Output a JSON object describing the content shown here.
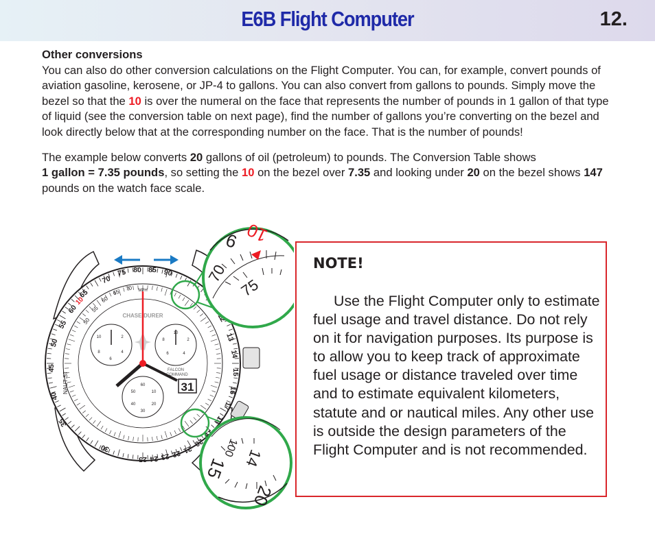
{
  "header": {
    "title": "E6B Flight Computer",
    "page_number": "12."
  },
  "section": {
    "heading": "Other conversions",
    "p1": {
      "a": "You can also do other conversion calculations on the Flight Computer. You can, for example, convert pounds of aviation gasoline, kerosene, or JP-4 to gallons. You can also convert from gallons to pounds. Simply move the bezel so that the ",
      "b": "10",
      "c": " is over the numeral on the face that represents the number of pounds in 1 gallon of that type of liquid (see the conversion table on next page), find the number of gallons you’re converting on the bezel and look directly below that at the corresponding number on the face. That is the number of pounds!"
    },
    "p2": {
      "a": "The example below converts ",
      "b": "20",
      "c": " gallons of oil (petroleum) to pounds. The Conversion Table shows",
      "d": "1 gallon = 7.35 pounds",
      "e": ", so setting the ",
      "f": "10",
      "g": " on the bezel over ",
      "h": "7.35",
      "i": " and looking under ",
      "j": "20",
      "k": " on the bezel shows ",
      "l": "147",
      "m": " pounds on the watch face scale."
    }
  },
  "watch": {
    "brand": "CHASE-DURER",
    "model_line1": "FALCON",
    "model_line2": "COMMAND",
    "date": "31",
    "mph": "MPH",
    "bezel_top": [
      "70",
      "75",
      "80",
      "85",
      "90"
    ],
    "bezel_left": [
      "65",
      "60",
      "55",
      "50",
      "45",
      "40",
      "35"
    ],
    "bezel_right": [
      "11",
      "12",
      "13",
      "14",
      "15",
      "16",
      "17",
      "18"
    ],
    "bezel_bottom": [
      "30",
      "25",
      "24",
      "23",
      "22",
      "21",
      "20",
      "19"
    ],
    "face_scale": [
      "50",
      "55",
      "60",
      "65",
      "70"
    ],
    "side_scale": "NAUT  ST",
    "red_bezel_label": "10",
    "subdial_left": [
      "10",
      "2",
      "8",
      "4",
      "6"
    ],
    "subdial_right": [
      "8",
      "10",
      "2",
      "6",
      "4"
    ],
    "subdial_bottom": [
      "60",
      "50",
      "10",
      "40",
      "20",
      "30"
    ],
    "zoom_top": {
      "bezel": [
        "9",
        "10"
      ],
      "face": [
        "70",
        "75"
      ]
    },
    "zoom_bottom": {
      "bezel": [
        "15",
        "20"
      ],
      "face": [
        "14",
        "100"
      ]
    },
    "colors": {
      "arrow": "#1a7ac4",
      "zoom_ring": "#30a84a",
      "red": "#ed1c24"
    }
  },
  "note": {
    "title": "NOTE!",
    "body": "Use the Flight Computer only to estimate fuel usage and travel distance. Do not rely on it for navigation purposes. Its purpose is to allow you to keep track of approximate fuel usage or distance traveled over time and to estimate equivalent kilometers, statute and or nautical miles. Any other use is outside the design parameters of the Flight Computer and is not recommended."
  }
}
